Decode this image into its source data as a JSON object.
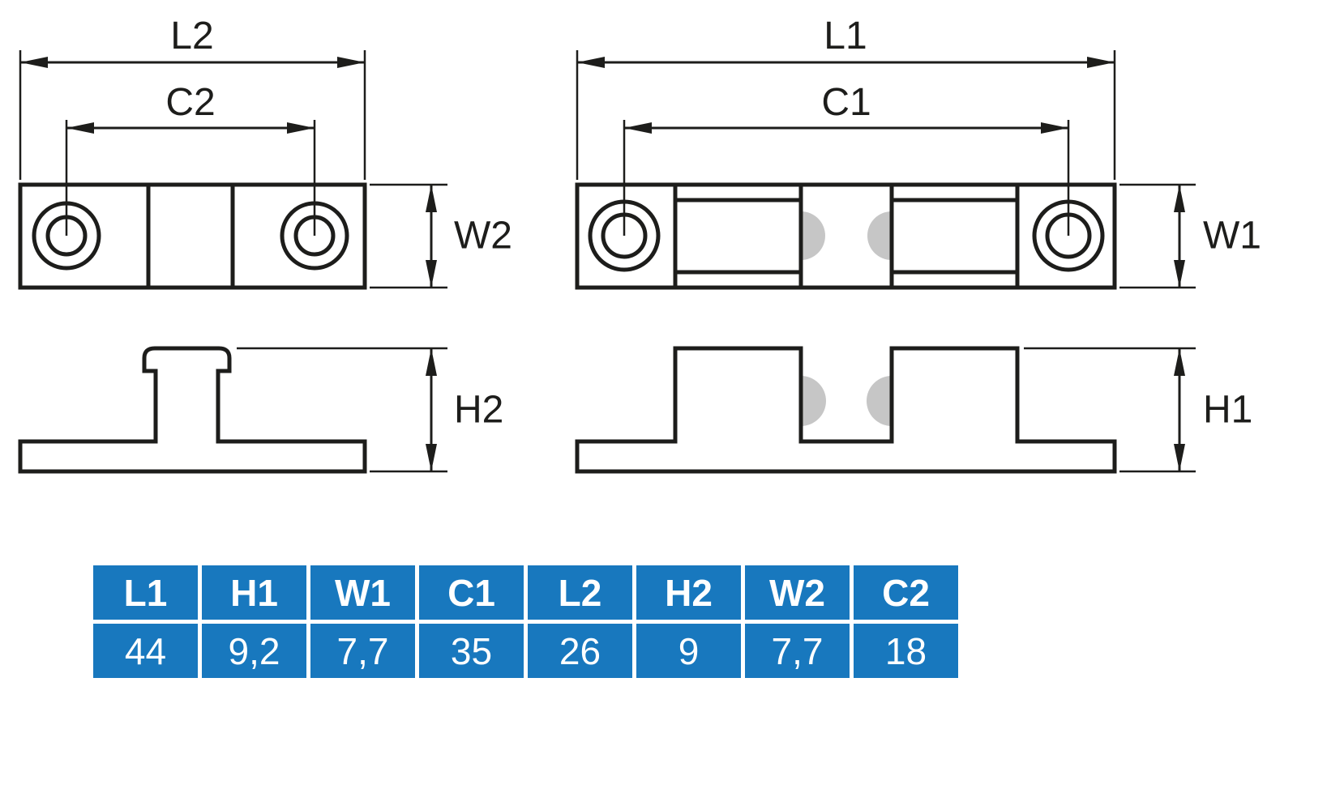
{
  "diagram": {
    "labels": {
      "plate_top_length": "L2",
      "plate_top_centers": "C2",
      "plate_top_width": "W2",
      "plate_side_height": "H2",
      "catch_top_length": "L1",
      "catch_top_centers": "C1",
      "catch_top_width": "W1",
      "catch_side_height": "H1"
    }
  },
  "spec_table": {
    "headers": [
      "L1",
      "H1",
      "W1",
      "C1",
      "L2",
      "H2",
      "W2",
      "C2"
    ],
    "values": [
      "44",
      "9,2",
      "7,7",
      "35",
      "26",
      "9",
      "7,7",
      "18"
    ]
  },
  "colors": {
    "line": "#1d1d1b",
    "ball_gray": "#c6c6c6",
    "table_blue": "#1878be",
    "table_text": "#ffffff"
  }
}
